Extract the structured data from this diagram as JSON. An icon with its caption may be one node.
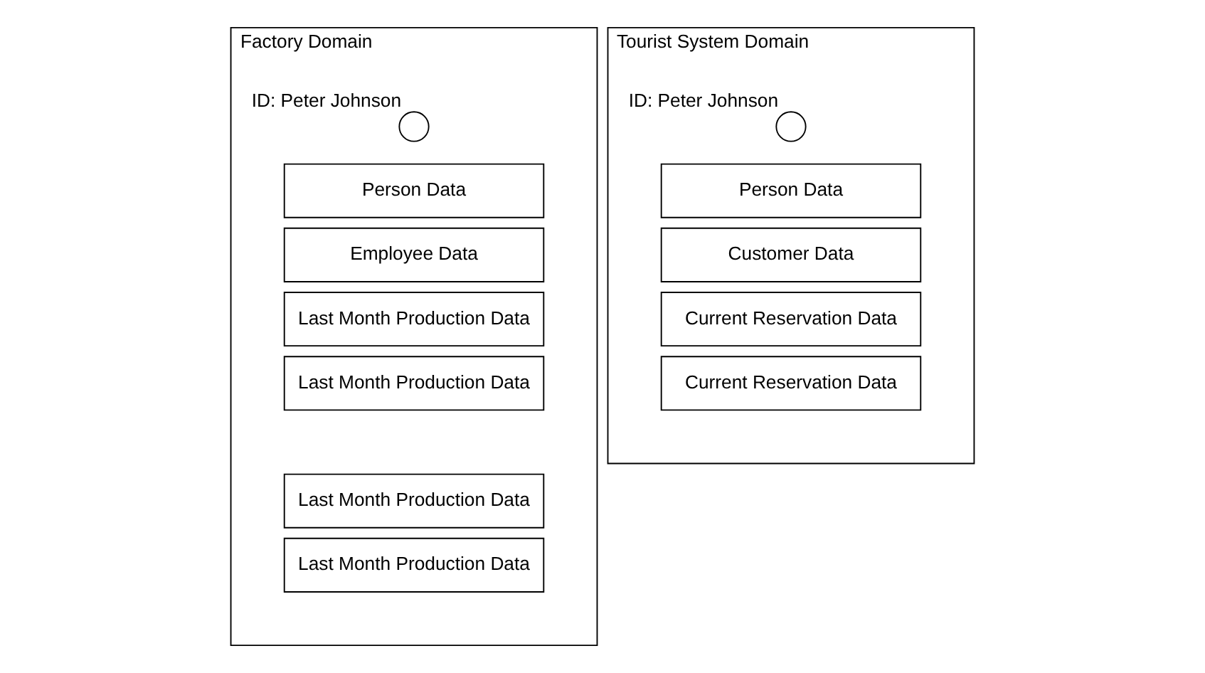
{
  "diagram": {
    "nodes": [
      {
        "text": [
          "Factory Domain"
        ]
      },
      {
        "text": [],
        "shape": "circle",
        "in": 0,
        "beside": [
          "ID: Peter Johnson"
        ]
      },
      {
        "text": [
          "Person Data"
        ],
        "in": 0
      },
      {
        "text": [
          "Employee Data"
        ],
        "in": 0
      },
      {
        "text": [
          "Last Month Production Data"
        ],
        "in": 0
      },
      {
        "text": [
          "Last Month Production Data"
        ],
        "in": 0
      },
      {
        "text": [
          "Last Month Production Data"
        ],
        "in": 0
      },
      {
        "text": [
          "Last Month Production Data"
        ],
        "in": 0
      },
      {
        "text": [
          "Tourist System Domain"
        ]
      },
      {
        "text": [],
        "shape": "circle",
        "in": 8,
        "beside": [
          "ID: Peter Johnson"
        ]
      },
      {
        "text": [
          "Person Data"
        ],
        "in": 8
      },
      {
        "text": [
          "Customer Data"
        ],
        "in": 8
      },
      {
        "text": [
          "Current Reservation Data"
        ],
        "in": 8
      },
      {
        "text": [
          "Current Reservation Data"
        ],
        "in": 8
      }
    ],
    "edges": []
  }
}
